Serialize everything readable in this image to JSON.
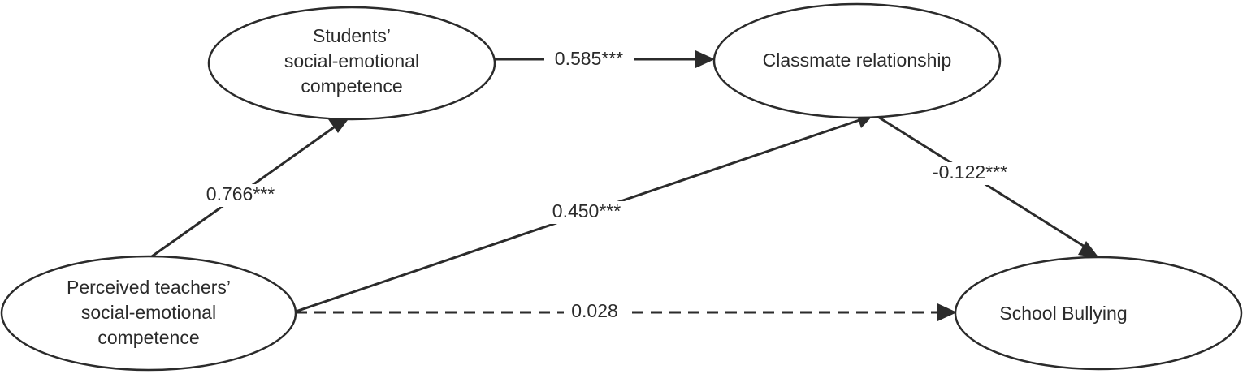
{
  "nodes": {
    "students_sec": {
      "lines": [
        "Students’",
        "social-emotional",
        "competence"
      ]
    },
    "classmate": {
      "lines": [
        "Classmate relationship"
      ]
    },
    "teachers_sec": {
      "lines": [
        "Perceived teachers’",
        "social-emotional",
        "competence"
      ]
    },
    "bullying": {
      "lines": [
        "School Bullying"
      ]
    }
  },
  "edges": {
    "teachers_to_students": {
      "from": "teachers_sec",
      "to": "students_sec",
      "label": "0.766***",
      "style": "solid"
    },
    "students_to_classmate": {
      "from": "students_sec",
      "to": "classmate",
      "label": "0.585***",
      "style": "solid"
    },
    "teachers_to_classmate": {
      "from": "teachers_sec",
      "to": "classmate",
      "label": "0.450***",
      "style": "solid"
    },
    "classmate_to_bullying": {
      "from": "classmate",
      "to": "bullying",
      "label": "-0.122***",
      "style": "solid"
    },
    "teachers_to_bullying": {
      "from": "teachers_sec",
      "to": "bullying",
      "label": "0.028",
      "style": "dashed"
    }
  },
  "colors": {
    "stroke": "#2b2b2b",
    "background": "#ffffff"
  }
}
